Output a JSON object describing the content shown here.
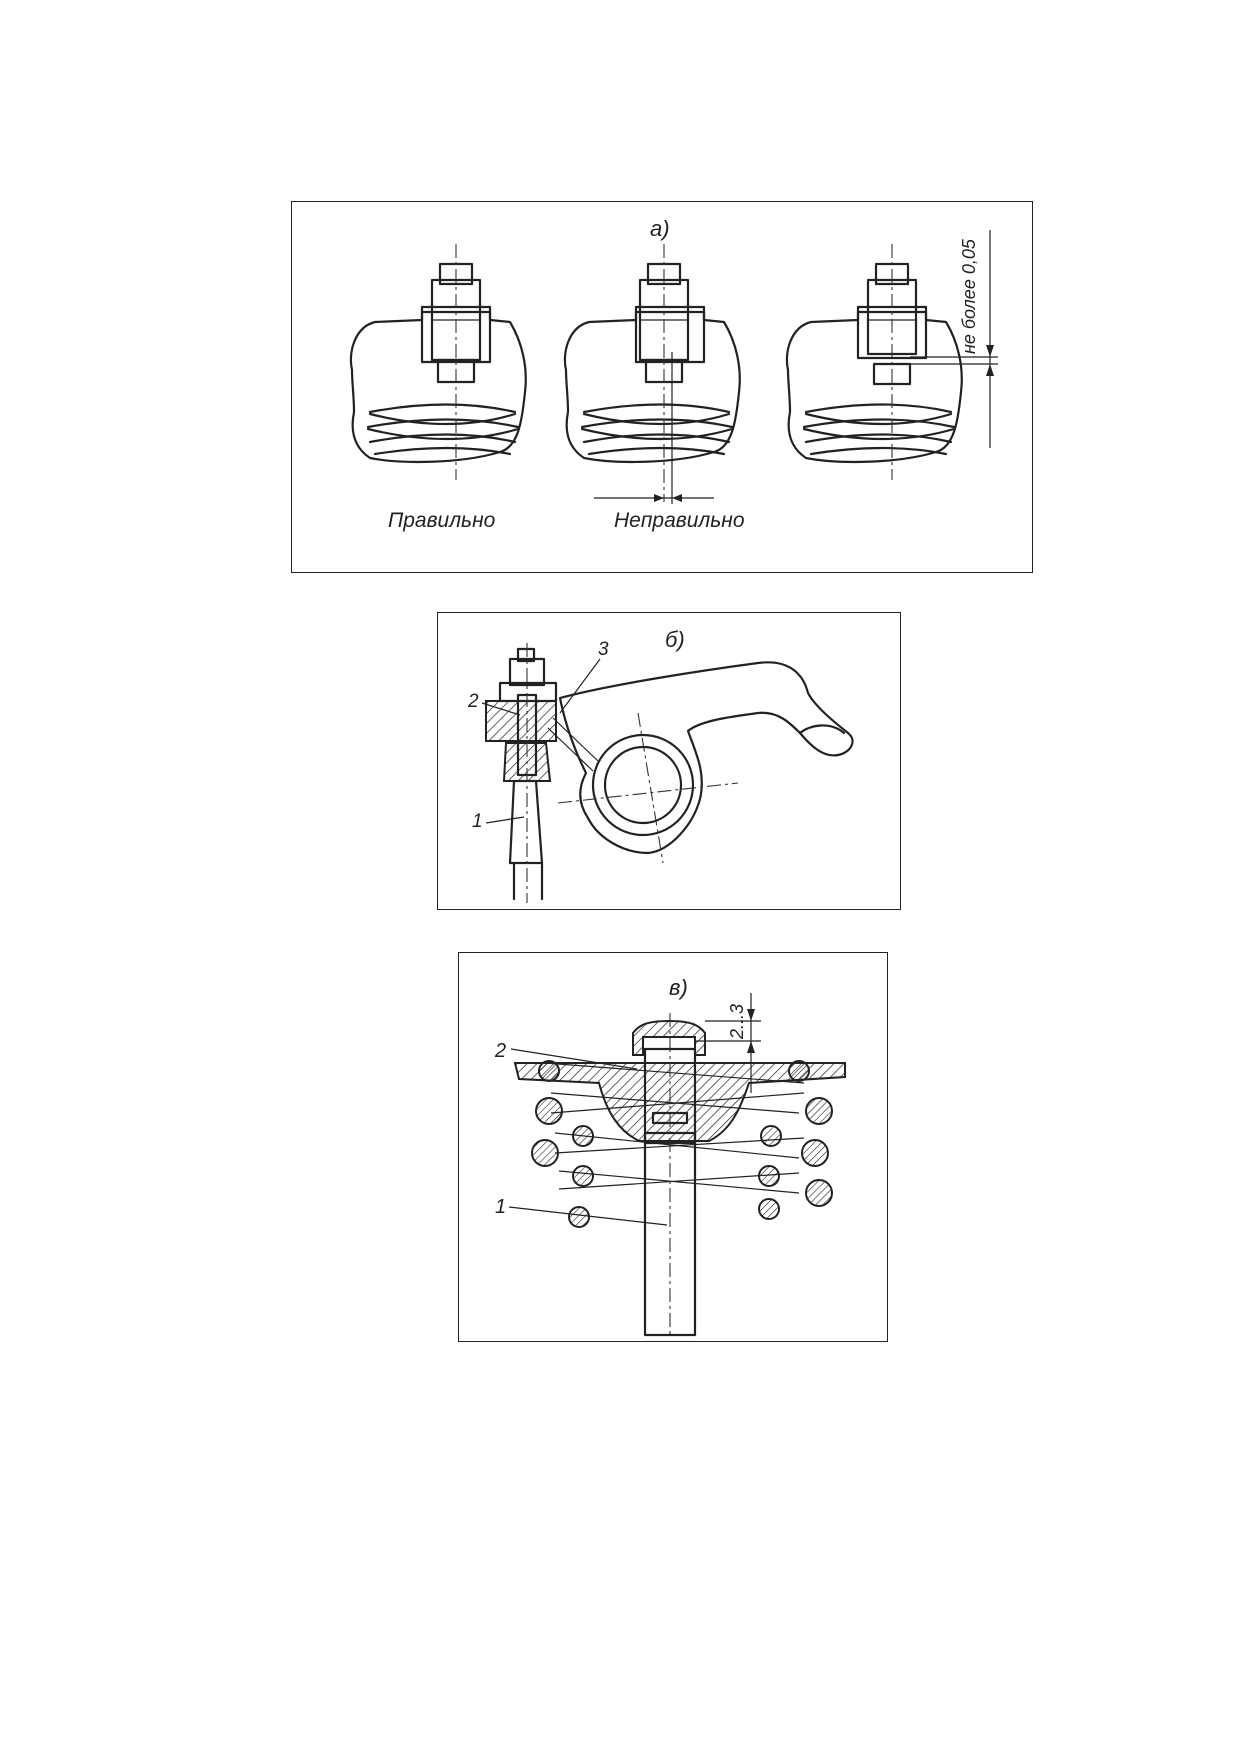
{
  "panel_a": {
    "label": "а)",
    "caption_correct": "Правильно",
    "caption_incorrect": "Неправильно",
    "dimension": "не более 0,05"
  },
  "panel_b": {
    "label": "б)",
    "callouts": [
      "1",
      "2",
      "3"
    ]
  },
  "panel_c": {
    "label": "в)",
    "callouts": [
      "1",
      "2"
    ],
    "dimension": "2...3"
  }
}
